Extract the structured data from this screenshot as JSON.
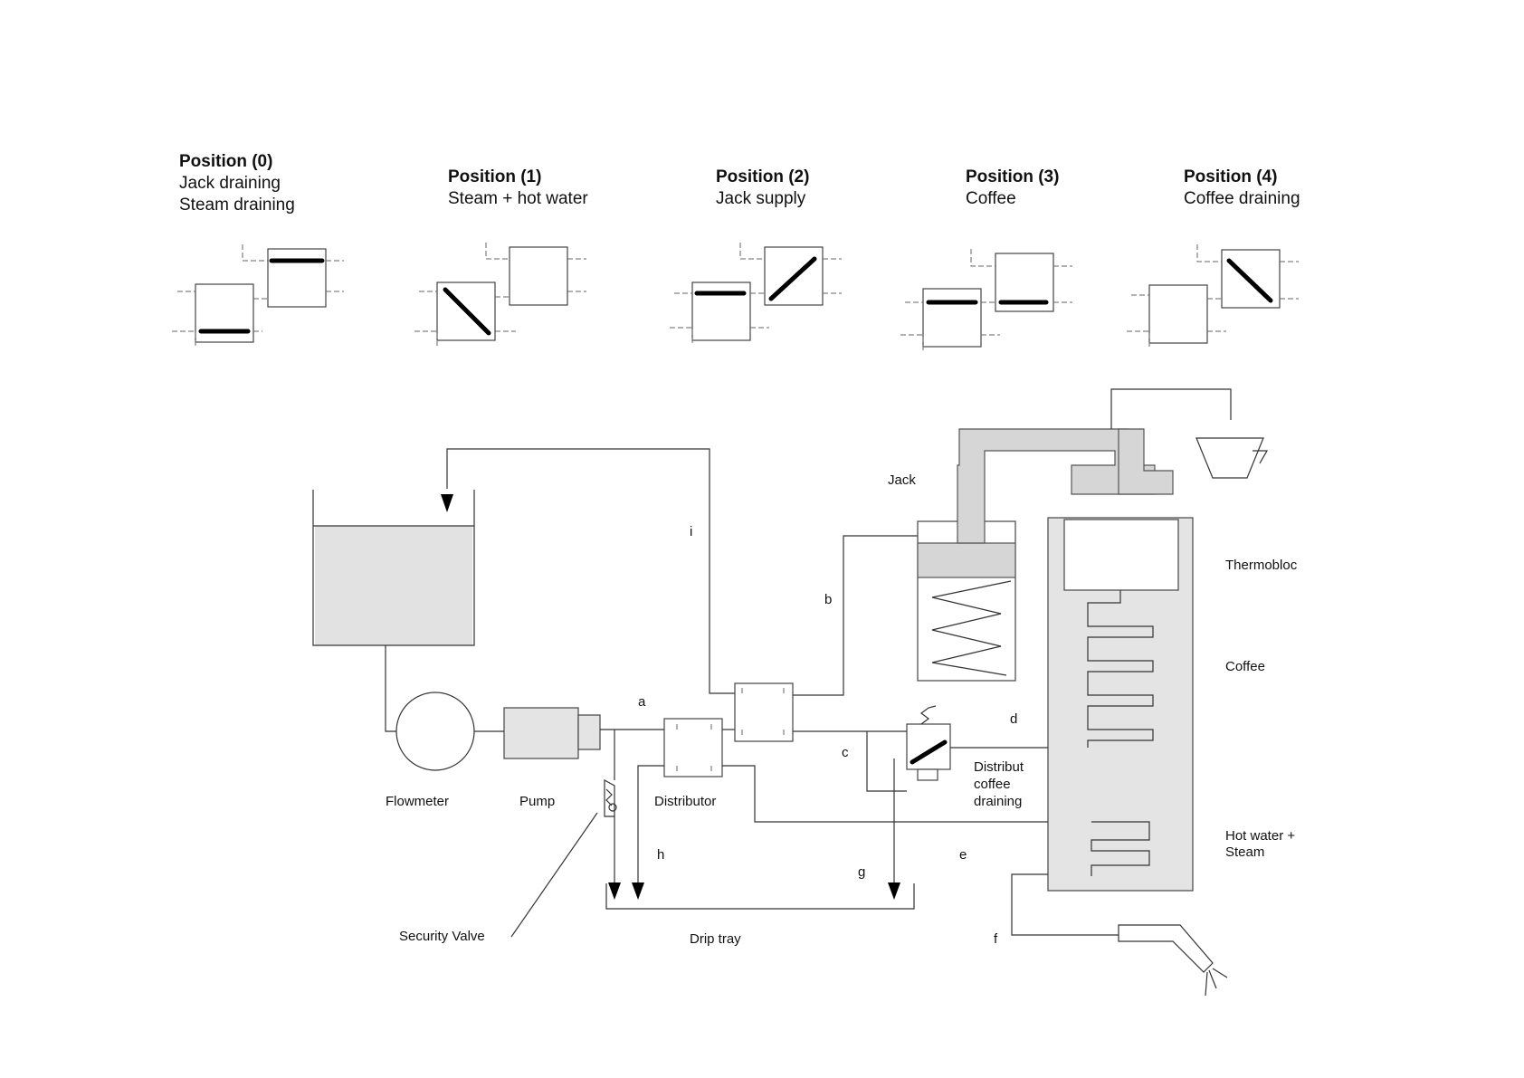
{
  "positions": [
    {
      "title": "Position (0)",
      "lines": [
        "Jack draining",
        "Steam draining"
      ]
    },
    {
      "title": "Position (1)",
      "lines": [
        "Steam + hot water"
      ]
    },
    {
      "title": "Position (2)",
      "lines": [
        "Jack supply"
      ]
    },
    {
      "title": "Position (3)",
      "lines": [
        "Coffee"
      ]
    },
    {
      "title": "Position (4)",
      "lines": [
        "Coffee draining"
      ]
    }
  ],
  "components": {
    "jack": "Jack",
    "thermobloc": "Thermobloc",
    "coffee": "Coffee",
    "hot_water_steam": [
      "Hot water +",
      "Steam"
    ],
    "flowmeter": "Flowmeter",
    "pump": "Pump",
    "distributor": "Distributor",
    "distrib_drain": [
      "Distribut",
      "coffee",
      "draining"
    ],
    "security_valve": "Security Valve",
    "drip_tray": "Drip tray"
  },
  "lines": {
    "a": "a",
    "b": "b",
    "c": "c",
    "d": "d",
    "e": "e",
    "f": "f",
    "g": "g",
    "h": "h",
    "i": "i"
  }
}
